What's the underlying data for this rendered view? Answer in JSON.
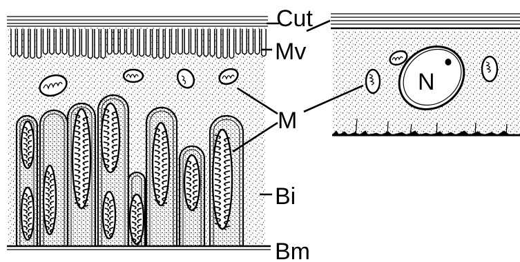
{
  "labels": {
    "cuticle": "Cut",
    "microvilli": "Mv",
    "mitochondria": "M",
    "nucleus": "N",
    "basal_infoldings": "Bi",
    "basement_membrane": "Bm"
  },
  "colors": {
    "ink": "#000000",
    "paper": "#ffffff"
  }
}
